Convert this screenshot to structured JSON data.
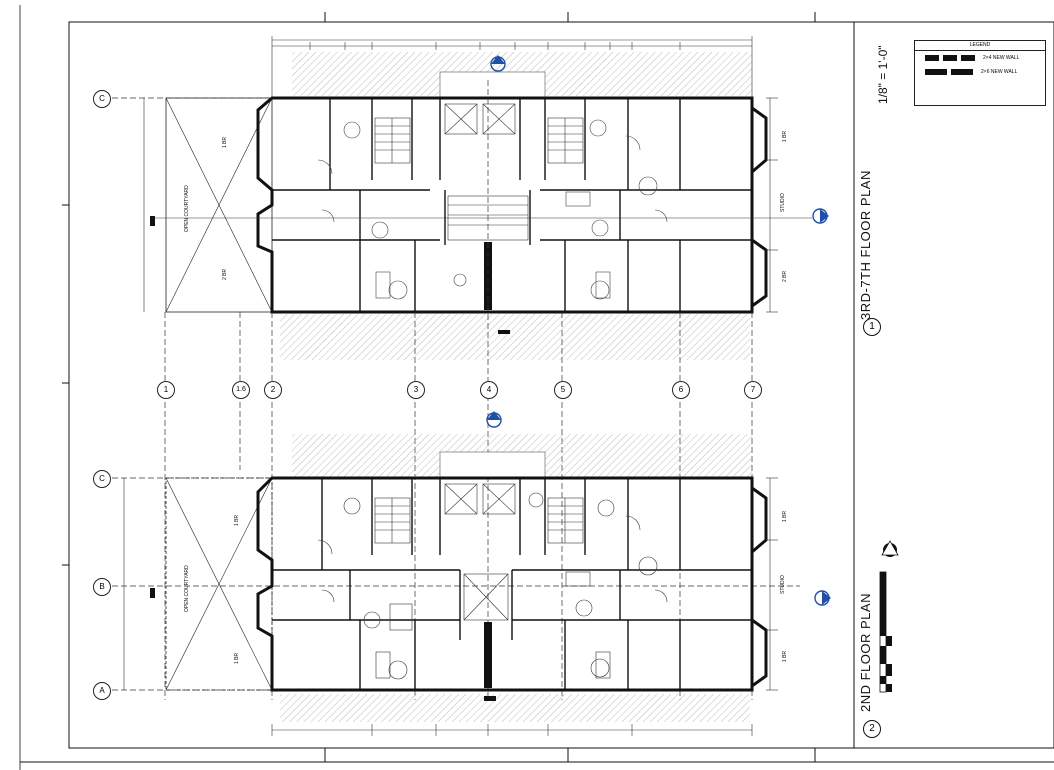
{
  "sheet": {
    "plans": [
      {
        "number": "1",
        "title": "3RD-7TH FLOOR PLAN"
      },
      {
        "number": "2",
        "title": "2ND FLOOR PLAN"
      }
    ],
    "scale": "1/8\" = 1'-0\"",
    "legend": {
      "title": "LEGEND",
      "items": [
        "2×4 NEW WALL",
        "2×6 NEW WALL"
      ]
    },
    "grid_columns": [
      "1",
      "1.6",
      "2",
      "3",
      "4",
      "5",
      "6",
      "7"
    ],
    "grid_rows": [
      "A",
      "B",
      "C"
    ],
    "upper_plan_rows": [
      "C"
    ],
    "room_tags": {
      "studio": "STUDIO",
      "one_bed": "1 BR",
      "two_bed": "2 BR",
      "courtyard": "OPEN COURTYARD"
    }
  }
}
